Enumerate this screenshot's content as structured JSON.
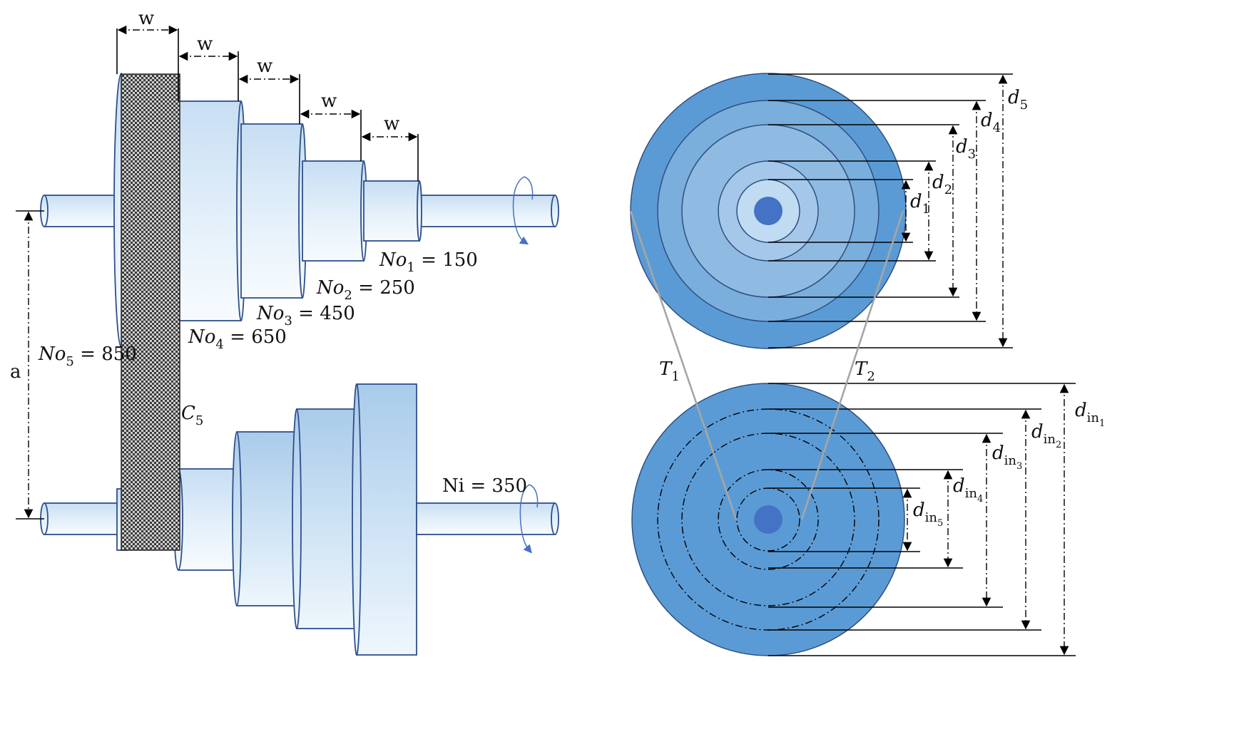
{
  "left": {
    "width_label": "w",
    "center_distance_label": "a",
    "cone_label": "C",
    "cone_sub": "5",
    "output_speeds": [
      {
        "name": "No",
        "sub": "1",
        "value": "150"
      },
      {
        "name": "No",
        "sub": "2",
        "value": "250"
      },
      {
        "name": "No",
        "sub": "3",
        "value": "450"
      },
      {
        "name": "No",
        "sub": "4",
        "value": "650"
      },
      {
        "name": "No",
        "sub": "5",
        "value": "850"
      }
    ],
    "input_speed": {
      "name": "Ni",
      "value": "350"
    }
  },
  "right": {
    "belt_labels": [
      {
        "name": "T",
        "sub": "1"
      },
      {
        "name": "T",
        "sub": "2"
      }
    ],
    "top_diameters": [
      {
        "name": "d",
        "sub": "1"
      },
      {
        "name": "d",
        "sub": "2"
      },
      {
        "name": "d",
        "sub": "3"
      },
      {
        "name": "d",
        "sub": "4"
      },
      {
        "name": "d",
        "sub": "5"
      }
    ],
    "bottom_diameters": [
      {
        "name": "d",
        "sub": "in",
        "subsub": "1"
      },
      {
        "name": "d",
        "sub": "in",
        "subsub": "2"
      },
      {
        "name": "d",
        "sub": "in",
        "subsub": "3"
      },
      {
        "name": "d",
        "sub": "in",
        "subsub": "4"
      },
      {
        "name": "d",
        "sub": "in",
        "subsub": "5"
      }
    ]
  },
  "colors": {
    "pulley_light": "#dbe9f7",
    "pulley_mid": "#b5d3ee",
    "outline": "#2e4f8c",
    "disc_outer": "#5b9bd5",
    "disc_ring2": "#7aaedd",
    "disc_ring3": "#8fbbe3",
    "disc_ring4": "#a5c8ea",
    "disc_ring5": "#c0dbf2",
    "disc_hub": "#4472c4",
    "belt": "#a6a6a6"
  }
}
